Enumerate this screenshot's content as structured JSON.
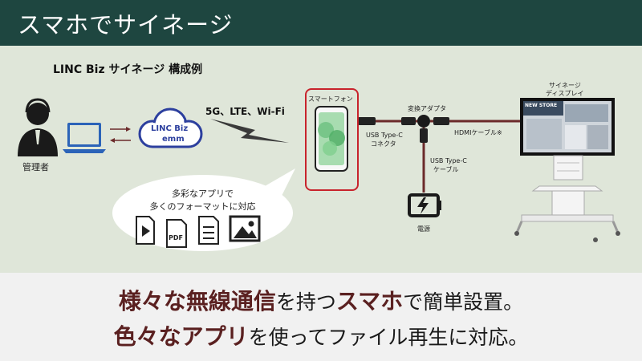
{
  "header": {
    "title": "スマホでサイネージ"
  },
  "diagram": {
    "title": "LINC Biz サイネージ 構成例",
    "admin_label": "管理者",
    "cloud_label_1": "LINC Biz",
    "cloud_label_2": "emm",
    "network_label": "5G、LTE、Wi-Fi",
    "smartphone_label": "スマートフォン",
    "adapter_label": "変換アダプタ",
    "usb_connector_label_1": "USB Type-C",
    "usb_connector_label_2": "コネクタ",
    "hdmi_label": "HDMIケーブル※",
    "usb_cable_label_1": "USB Type-C",
    "usb_cable_label_2": "ケーブル",
    "power_label": "電源",
    "signage_label_1": "サイネージ",
    "signage_label_2": "ディスプレイ",
    "bubble_line_1": "多彩なアプリで",
    "bubble_line_2": "多くのフォーマットに対応",
    "pdf_icon_text": "PDF",
    "screen_store_text": "NEW STORE"
  },
  "footer": {
    "line1": [
      {
        "t": "様々な無線通信",
        "em": true
      },
      {
        "t": "を持つ",
        "em": false
      },
      {
        "t": "スマホ",
        "em": true
      },
      {
        "t": "で簡単設置。",
        "em": false
      }
    ],
    "line2": [
      {
        "t": "色々なアプリ",
        "em": true
      },
      {
        "t": "を使ってファイル再生に対応。",
        "em": false
      }
    ]
  },
  "colors": {
    "header_bg": "#1e4640",
    "diagram_bg": "#dfe6d9",
    "accent_red": "#c8232c",
    "cable": "#6b2a2a",
    "cloud_text": "#2c3f9e",
    "emphasis": "#5a2020"
  }
}
